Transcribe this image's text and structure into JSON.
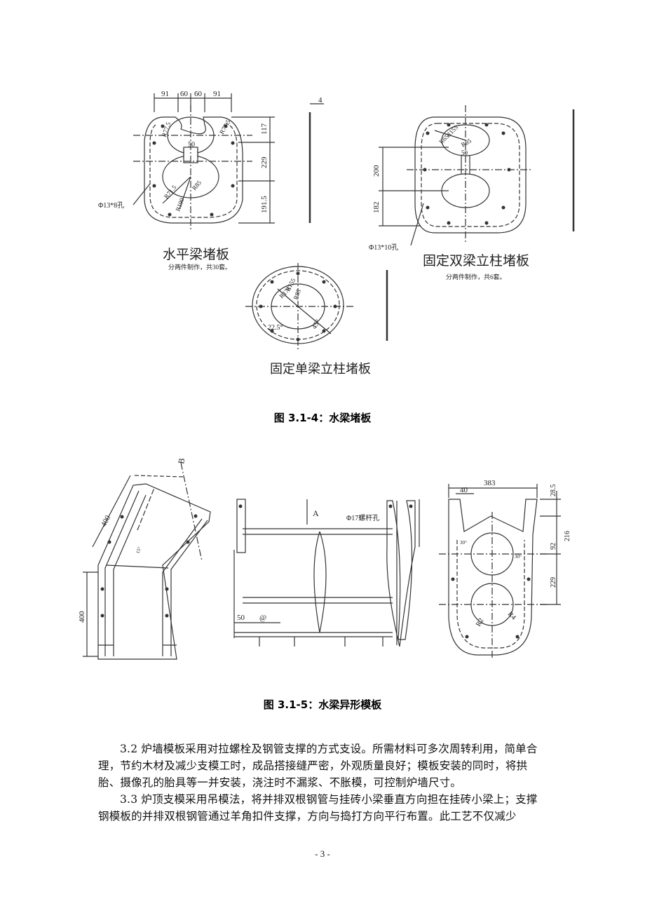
{
  "figure1": {
    "dims_top": [
      "91",
      "60",
      "60",
      "91"
    ],
    "dim_thk": "4",
    "hb_dims_right": [
      "117",
      "229",
      "191.5"
    ],
    "hb_labels": {
      "r1": "R77.5",
      "r2": "R71.5",
      "r3": "R85",
      "r4": "R190",
      "w50": "50",
      "r5": "R77.5"
    },
    "hb_hole": "Φ13*8孔",
    "hb_title": "水平梁堵板",
    "hb_note": "分两件制作，共30套。",
    "db_dims_left": [
      "200",
      "182"
    ],
    "db_labels": {
      "r1": "R155",
      "r2": "R65",
      "r3": "R85",
      "w50": "50"
    },
    "db_hole": "Φ13*10孔",
    "db_title": "固定双梁立柱堵板",
    "db_note": "分两件制作，共6套。",
    "sb_labels": {
      "r1": "R155",
      "r2": "R176",
      "r3": "R85",
      "a1": "22.5°",
      "a2": "45°"
    },
    "sb_title": "固定单梁立柱堵板"
  },
  "caption1": "图 3.1-4：水梁堵板",
  "figure2": {
    "elbow_labels": {
      "b": "B",
      "d1": "400",
      "d2": "400",
      "ang": "15°"
    },
    "side_labels": {
      "a": "A",
      "hole": "Φ17螺杆孔",
      "d50": "50",
      "d0": "@"
    },
    "end_labels": {
      "d383": "383",
      "d40": "40",
      "d28": "28.5",
      "d216": "216",
      "d92": "92",
      "d229": "229",
      "a30": "30°",
      "a30b": "30°",
      "r2": "R2",
      "r4": "R4"
    }
  },
  "caption2": "图 3.1-5：水梁异形模板",
  "paragraphs": [
    "3.2 炉墙模板采用对拉螺栓及钢管支撑的方式支设。所需材料可多次周转利用，简单合理，节约木材及减少支模工时，成品搭接缝严密，外观质量良好；模板安装的同时，将拱胎、摄像孔的胎具等一并安装，浇注时不漏浆、不胀模，可控制炉墙尺寸。",
    "3.3 炉顶支模采用吊模法，将并排双根钢管与挂砖小梁垂直方向担在挂砖小梁上；支撑钢模板的并排双根钢管通过羊角扣件支撑，方向与捣打方向平行布置。此工艺不仅减少"
  ],
  "page_number": "- 3 -"
}
